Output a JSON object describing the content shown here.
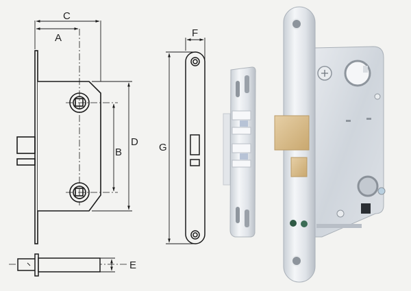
{
  "figure": {
    "subject": "Mortise lock case with faceplate and strike plate",
    "background": "#f3f3f1",
    "line_color": "#1a1a1a"
  },
  "drawing_side": {
    "dimensions": {
      "C": "C",
      "A": "A",
      "B": "B",
      "D": "D",
      "E": "E"
    }
  },
  "drawing_faceplate": {
    "dimensions": {
      "F": "F",
      "G": "G"
    }
  },
  "photo": {
    "strike_plate": {
      "color": "#dfe3e8"
    },
    "lock_body": {
      "color": "#d6dbe1"
    },
    "latch_bolt": {
      "color": "#d9bf95"
    },
    "dead_bolt": {
      "color": "#d2b07a"
    }
  }
}
